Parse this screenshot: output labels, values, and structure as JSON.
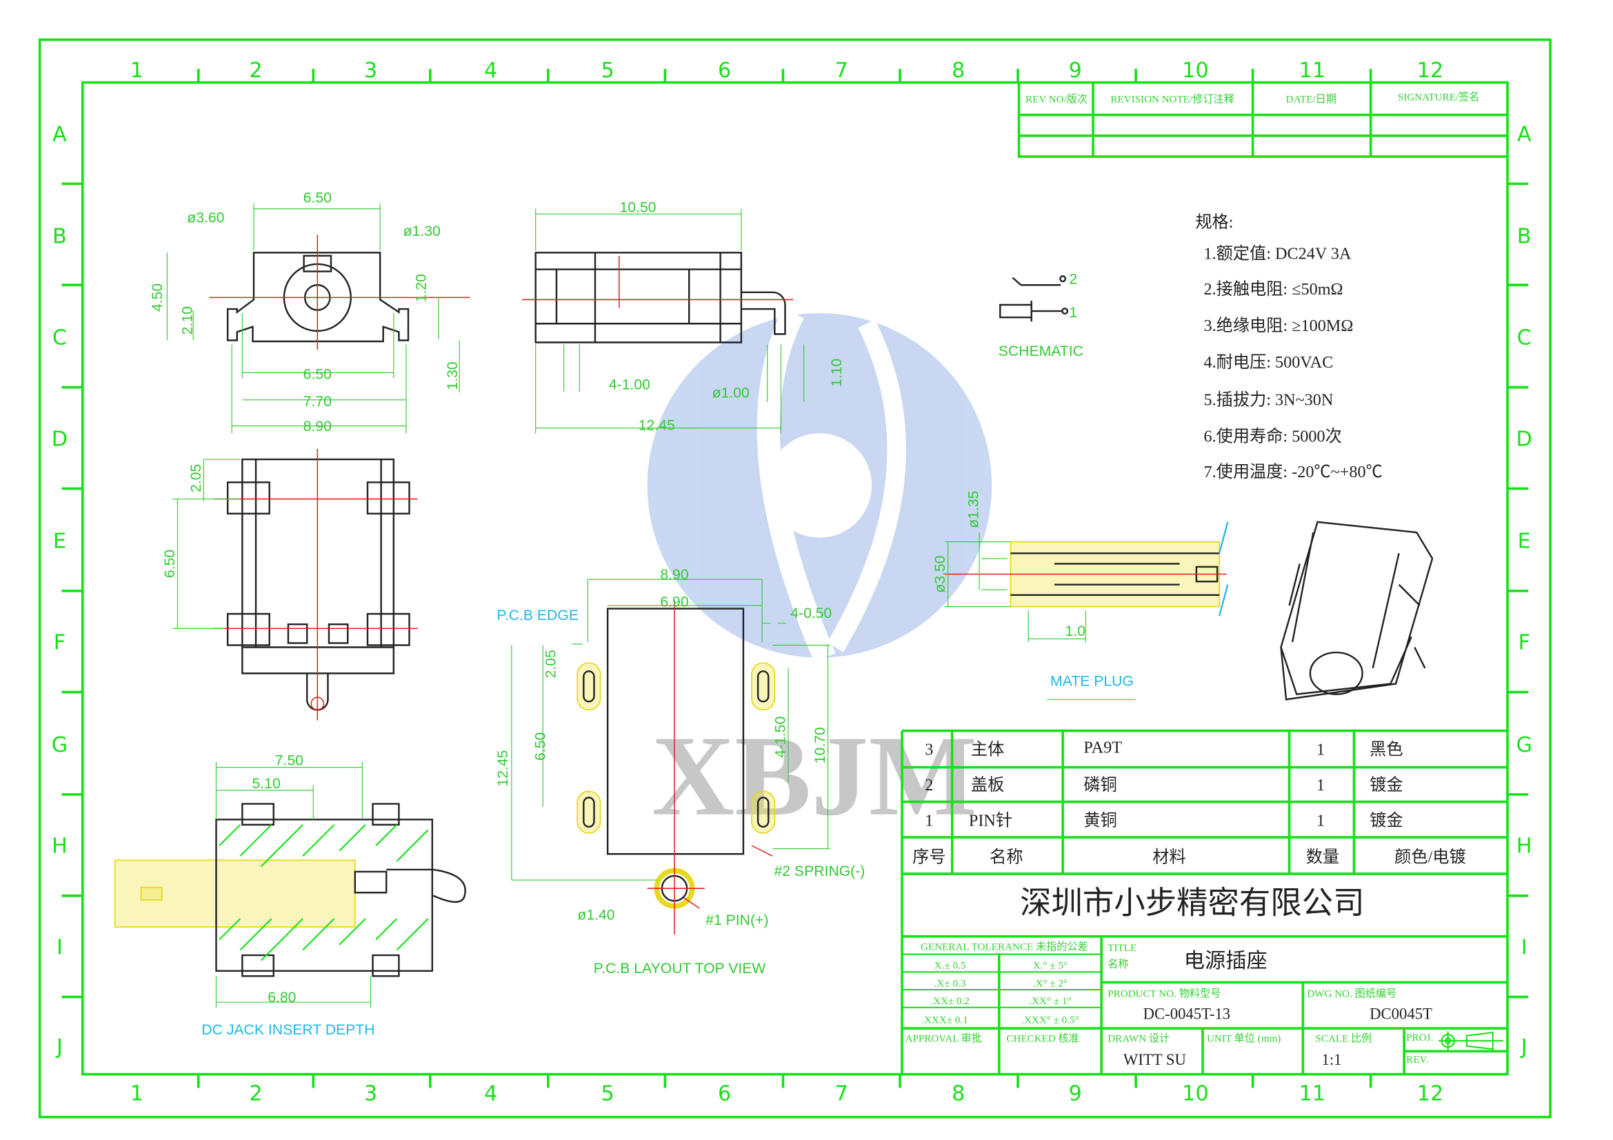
{
  "border": {
    "columns": [
      "1",
      "2",
      "3",
      "4",
      "5",
      "6",
      "7",
      "8",
      "9",
      "10",
      "11",
      "12"
    ],
    "rows": [
      "A",
      "B",
      "C",
      "D",
      "E",
      "F",
      "G",
      "H",
      "I",
      "J"
    ]
  },
  "revision_table": {
    "headers": [
      "REV NO/版次",
      "REVISION NOTE/修订注释",
      "DATE/日期",
      "SIGNATURE/签名"
    ]
  },
  "specs": {
    "title": "规格:",
    "items": [
      "1.额定值: DC24V  3A",
      "2.接触电阻: ≤50mΩ",
      "3.绝缘电阻: ≥100MΩ",
      "4.耐电压: 500VAC",
      "5.插拔力: 3N~30N",
      "6.使用寿命: 5000次",
      "7.使用温度: -20℃~+80℃"
    ]
  },
  "schematic": {
    "label": "SCHEMATIC",
    "pin2": "2",
    "pin1": "1"
  },
  "dims": [
    "ø3.60",
    "6.50",
    "ø1.30",
    "4.50",
    "2.10",
    "1.20",
    "6.50",
    "7.70",
    "8.90",
    "1.30",
    "10.50",
    "4-1.00",
    "ø1.00",
    "1.10",
    "12.45",
    "2.05",
    "6.50",
    "7.50",
    "5.10",
    "6.80",
    "8.90",
    "6.90",
    "4-0.50",
    "2.05",
    "6.50",
    "12.45",
    "4-1.50",
    "10.70",
    "ø1.40",
    "ø1.35",
    "ø3.50",
    "1.0"
  ],
  "labels": {
    "insert_depth": "DC JACK INSERT DEPTH",
    "pcb_edge": "P.C.B EDGE",
    "pin1": "#1 PIN(+)",
    "spring2": "#2 SPRING(-)",
    "pcb_view": "P.C.B LAYOUT TOP VIEW",
    "mate_plug": "MATE PLUG"
  },
  "watermark": "XBJM",
  "bom": {
    "rows": [
      {
        "no": "3",
        "name": "主体",
        "material": "PA9T",
        "qty": "1",
        "finish": "黑色"
      },
      {
        "no": "2",
        "name": "盖板",
        "material": "磷铜",
        "qty": "1",
        "finish": "镀金"
      },
      {
        "no": "1",
        "name": "PIN针",
        "material": "黄铜",
        "qty": "1",
        "finish": "镀金"
      }
    ],
    "headers": {
      "no": "序号",
      "name": "名称",
      "material": "材料",
      "qty": "数量",
      "finish": "颜色/电镀"
    }
  },
  "title_block": {
    "company": "深圳市小步精密有限公司",
    "tolerance_header": "GENERAL TOLERANCE 未指的公差",
    "tolerances": [
      [
        " X.± 0.5",
        "X.° ± 5°"
      ],
      [
        ".X± 0.3",
        ".X° ± 2°"
      ],
      [
        ".XX± 0.2",
        ".XX° ± 1°"
      ],
      [
        ".XXX± 0.1",
        ".XXX° ± 0.5°"
      ]
    ],
    "title_label": "TITLE",
    "title_label_cn": "名称",
    "title": "电源插座",
    "product_no_label": "PRODUCT NO. 物料型号",
    "product_no": "DC-0045T-13",
    "dwg_no_label": "DWG NO. 图纸编号",
    "dwg_no": "DC0045T",
    "approval_label": "APPROVAL 审批",
    "checked_label": "CHECKED 核准",
    "drawn_label": "DRAWN 设计",
    "drawn": "WITT SU",
    "unit_label": "UNIT 单位 (mm)",
    "scale_label": "SCALE 比例",
    "scale": "1:1",
    "proj_label": "PROJ.",
    "rev_label": "REV."
  }
}
